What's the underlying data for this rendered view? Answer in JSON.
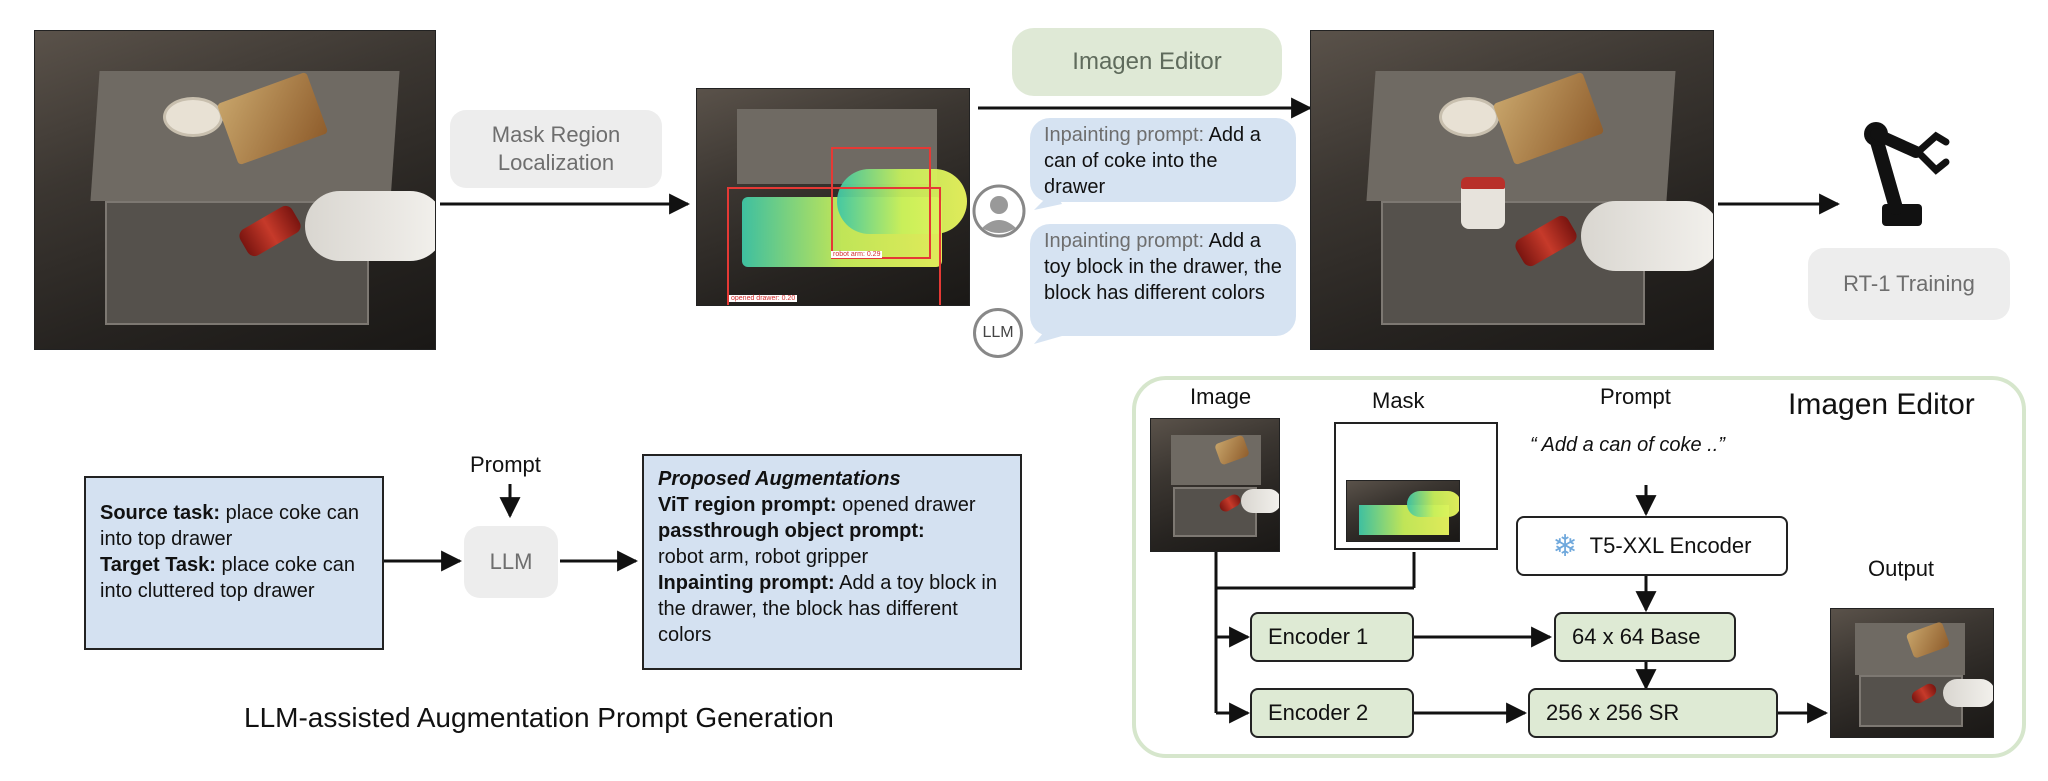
{
  "top": {
    "mask_step_label": "Mask Region Localization",
    "editor_label": "Imagen Editor",
    "detections": [
      "robot arm: 0.29",
      "opened drawer: 0.20"
    ],
    "bubble1_label": "Inpainting prompt:",
    "bubble1_text": "Add a can of coke into the drawer",
    "bubble2_label": "Inpainting prompt:",
    "bubble2_text": "Add a toy block in the drawer, the block has different colors",
    "llm_badge": "LLM",
    "rt1_label": "RT-1 Training"
  },
  "bottom_left": {
    "source_label": "Source task:",
    "source_text": "place coke can into top drawer",
    "target_label": "Target Task:",
    "target_text": "place coke can into cluttered top drawer",
    "prompt_label": "Prompt",
    "llm_label": "LLM",
    "aug_title": "Proposed Augmentations",
    "vit_label": "ViT region prompt:",
    "vit_text": "opened drawer",
    "pass_label": "passthrough object prompt:",
    "pass_text": "robot arm, robot gripper",
    "inpaint_label": "Inpainting prompt:",
    "inpaint_text": "Add a toy block in the drawer, the block has different colors",
    "caption": "LLM-assisted Augmentation Prompt Generation"
  },
  "imagen": {
    "title": "Imagen Editor",
    "image_label": "Image",
    "mask_label": "Mask",
    "prompt_label": "Prompt",
    "prompt_text": "“ Add a can of coke ..”",
    "t5_label": "T5-XXL Encoder",
    "encoder1": "Encoder 1",
    "encoder2": "Encoder 2",
    "base": "64 x 64 Base",
    "sr": "256 x 256 SR",
    "output_label": "Output"
  },
  "colors": {
    "grey_box": "#ededed",
    "green_box": "#deead4",
    "blue_box": "#d4e1f1",
    "bubble": "#d6e3f2",
    "panel_border": "#d6e6cc"
  }
}
